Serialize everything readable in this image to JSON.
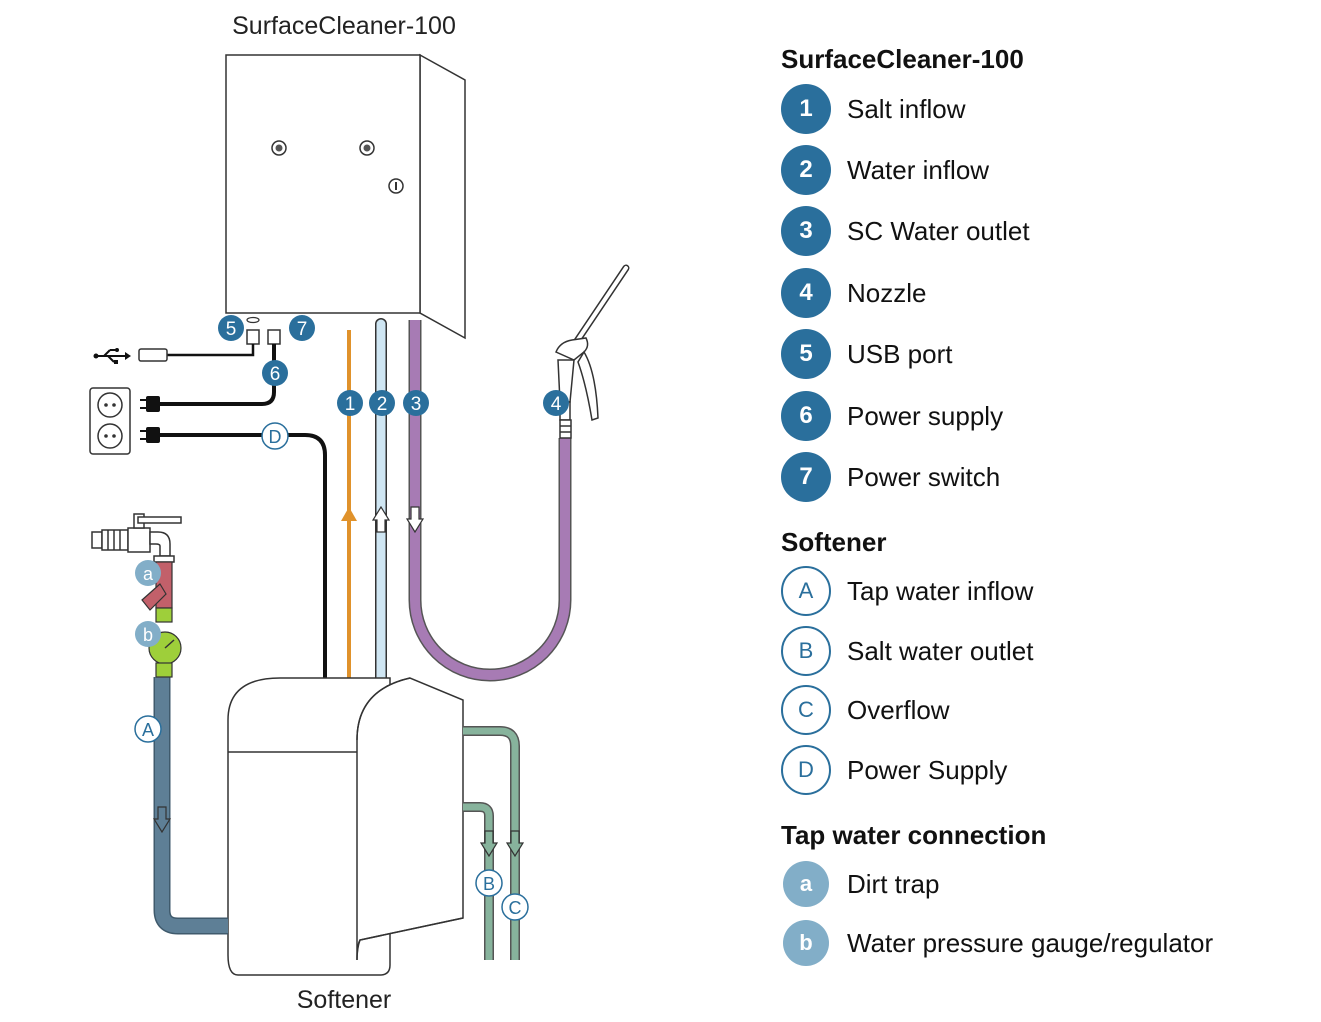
{
  "diagram": {
    "title_top": "SurfaceCleaner-100",
    "title_bottom": "Softener",
    "markers": {
      "m1": "1",
      "m2": "2",
      "m3": "3",
      "m4": "4",
      "m5": "5",
      "m6": "6",
      "m7": "7",
      "mA": "A",
      "mB": "B",
      "mC": "C",
      "mD": "D",
      "ma": "a",
      "mb": "b"
    }
  },
  "legend": {
    "sections": [
      {
        "title": "SurfaceCleaner-100",
        "style": "filled",
        "items": [
          {
            "key": "1",
            "label": "Salt inflow"
          },
          {
            "key": "2",
            "label": "Water inflow"
          },
          {
            "key": "3",
            "label": "SC Water outlet"
          },
          {
            "key": "4",
            "label": "Nozzle"
          },
          {
            "key": "5",
            "label": "USB port"
          },
          {
            "key": "6",
            "label": "Power supply"
          },
          {
            "key": "7",
            "label": "Power switch"
          }
        ]
      },
      {
        "title": "Softener",
        "style": "outline",
        "items": [
          {
            "key": "A",
            "label": "Tap water inflow"
          },
          {
            "key": "B",
            "label": "Salt water outlet"
          },
          {
            "key": "C",
            "label": "Overflow"
          },
          {
            "key": "D",
            "label": "Power Supply"
          }
        ]
      },
      {
        "title": "Tap water connection",
        "style": "light",
        "items": [
          {
            "key": "a",
            "label": "Dirt trap"
          },
          {
            "key": "b",
            "label": "Water pressure gauge/regulator"
          }
        ]
      }
    ]
  },
  "colors": {
    "badge_dark": "#2a6f9c",
    "badge_light": "#82aec8",
    "salt_line": "#e0922b",
    "water_line": "#cfe6f3",
    "outlet_hose": "#a77bb4",
    "tap_pipe": "#5e7f96",
    "drain_pipe": "#87b39c",
    "dirt_trap": "#c2606a",
    "pressure_gauge": "#9ecf3a"
  }
}
